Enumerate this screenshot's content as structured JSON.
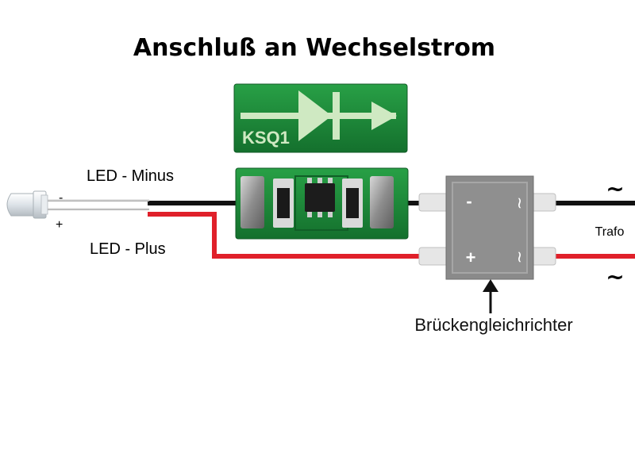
{
  "title": "Anschluß an Wechselstrom",
  "top_module": {
    "label": "KSQ1"
  },
  "led": {
    "minus_label": "LED - Minus",
    "plus_label": "LED - Plus",
    "minus_sign": "-",
    "plus_sign": "+"
  },
  "rectifier": {
    "label": "Brückengleichrichter",
    "minus_pin": "-",
    "plus_pin": "+",
    "ac_pin_1": "~",
    "ac_pin_2": "~"
  },
  "trafo": {
    "label": "Trafo",
    "ac_symbol_top": "~",
    "ac_symbol_bottom": "~"
  },
  "colors": {
    "pcb_green": "#1f8a3a",
    "wire_red": "#e0202a",
    "wire_black": "#111111",
    "rectifier_gray": "#8a8a8a"
  },
  "icons": [
    "diode-arrow-icon",
    "led-icon",
    "up-arrow-icon"
  ]
}
